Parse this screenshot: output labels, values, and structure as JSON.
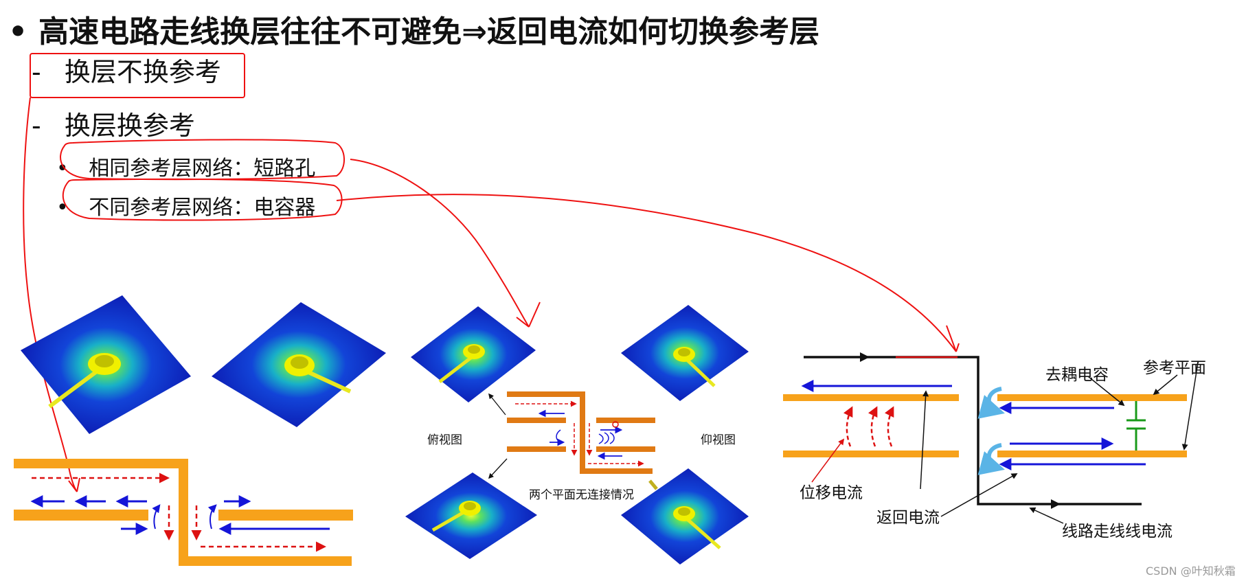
{
  "slide": {
    "title_bullet": "•",
    "title": "高速电路走线换层往往不可避免⇒返回电流如何切换参考层",
    "items": [
      {
        "marker": "-",
        "text": "换层不换参考"
      },
      {
        "marker": "-",
        "text": "换层换参考"
      }
    ],
    "subitems": [
      {
        "marker": "•",
        "text": "相同参考层网络：短路孔"
      },
      {
        "marker": "•",
        "text": "不同参考层网络：电容器"
      }
    ]
  },
  "figure_middle": {
    "label_top": "俯视图",
    "label_bottom": "仰视图",
    "caption": "两个平面无连接情况"
  },
  "figure_right": {
    "label_decap": "去耦电容",
    "label_ref_plane": "参考平面",
    "label_displacement": "位移电流",
    "label_return": "返回电流",
    "label_signal": "线路走线线电流"
  },
  "watermark": "CSDN @叶知秋霜",
  "colors": {
    "plane_orange": "#f7a21b",
    "return_blue": "#1515d8",
    "signal_red": "#dd1111",
    "annotation_red": "#ee1111"
  }
}
